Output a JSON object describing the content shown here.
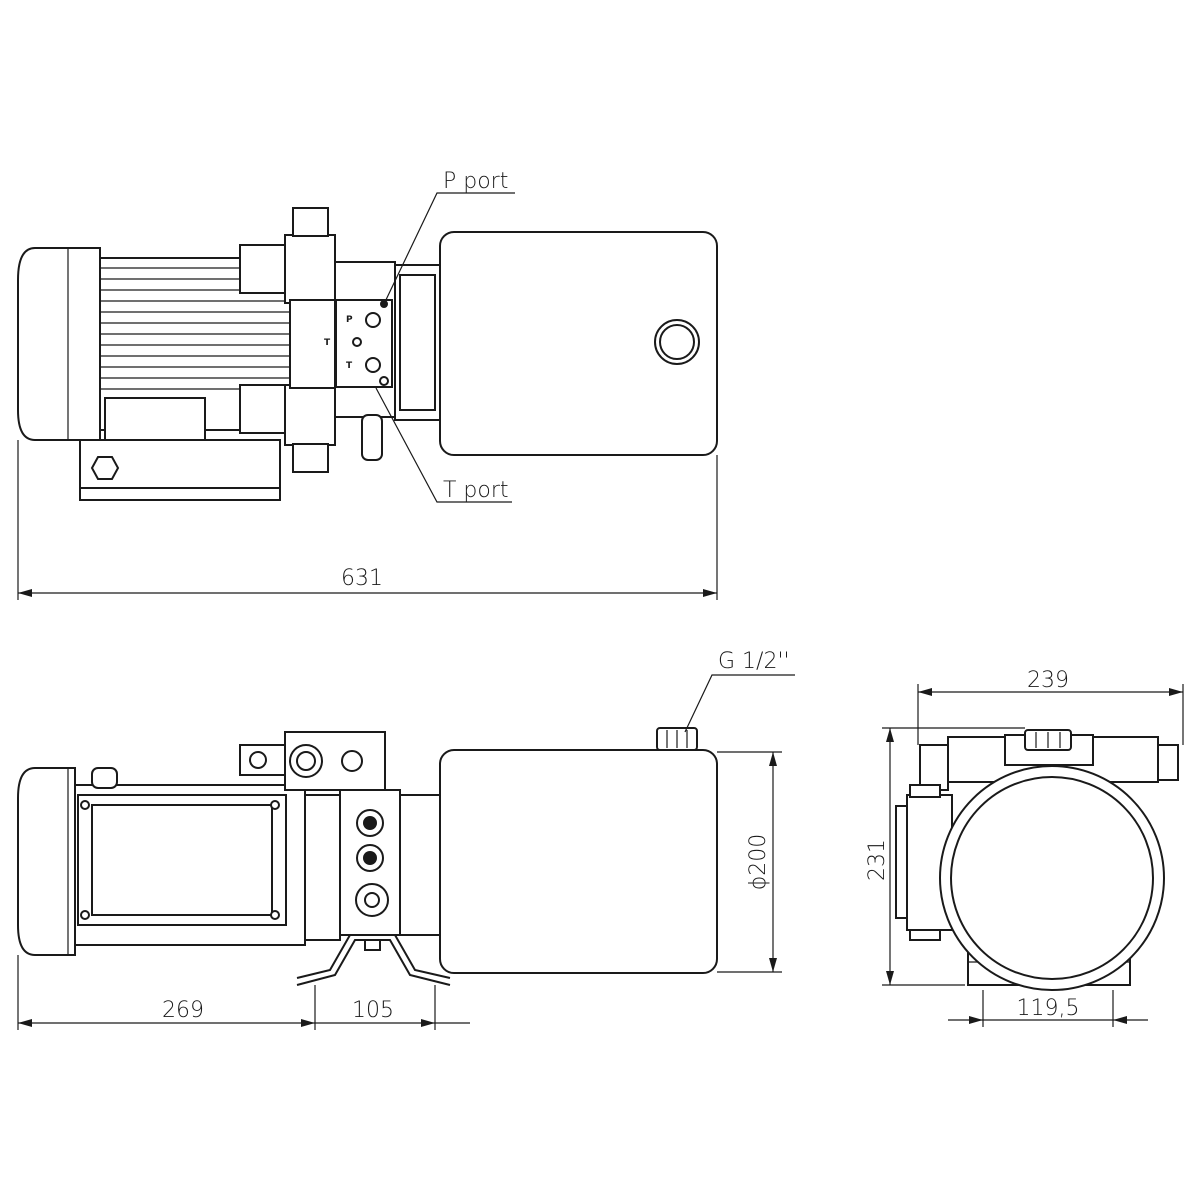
{
  "labels": {
    "p_port": "P port",
    "t_port": "T port",
    "g_port": "G 1/2''",
    "block_t": "T",
    "block_p_small": "P",
    "block_t_small": "T"
  },
  "dimensions": {
    "overall_length": "631",
    "motor_to_foot": "269",
    "foot_spacing": "105",
    "tank_diameter": "ϕ200",
    "width": "239",
    "height": "231",
    "base_width": "119,5"
  }
}
